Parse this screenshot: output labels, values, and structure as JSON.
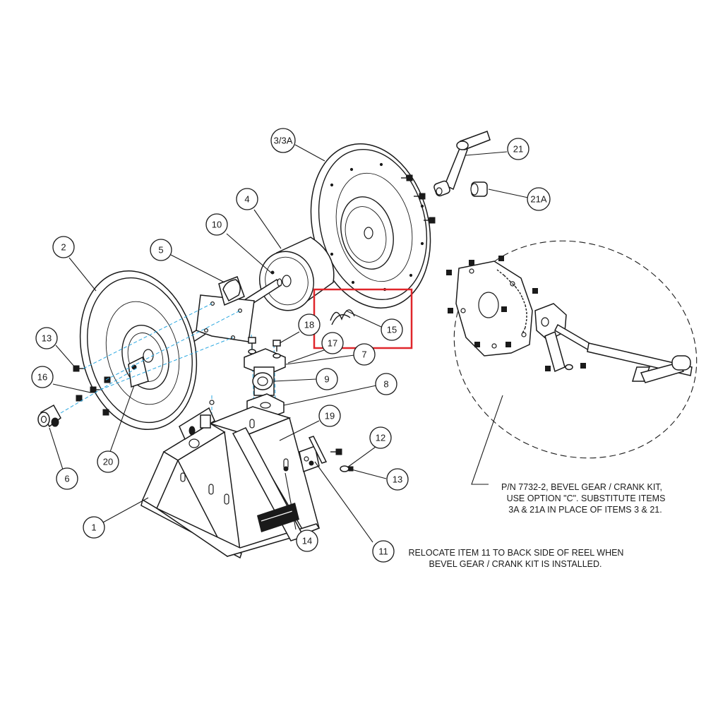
{
  "callouts": {
    "c1": "1",
    "c2": "2",
    "c3": "3/3A",
    "c4": "4",
    "c5": "5",
    "c6": "6",
    "c7": "7",
    "c8": "8",
    "c9": "9",
    "c10": "10",
    "c11": "11",
    "c12": "12",
    "c13a": "13",
    "c13b": "13",
    "c14": "14",
    "c15": "15",
    "c16": "16",
    "c17": "17",
    "c18": "18",
    "c19": "19",
    "c20": "20",
    "c21": "21",
    "c21a": "21A"
  },
  "notes": {
    "kit_line1": "P/N 7732-2, BEVEL GEAR / CRANK KIT,",
    "kit_line2": "USE OPTION \"C\".  SUBSTITUTE ITEMS",
    "kit_line3": "3A & 21A IN PLACE OF ITEMS 3 & 21.",
    "relocate_line1": "RELOCATE ITEM 11 TO BACK SIDE OF REEL WHEN",
    "relocate_line2": "BEVEL GEAR / CRANK KIT IS INSTALLED."
  },
  "colors": {
    "line": "#1a1a1a",
    "highlight": "#e0262b",
    "assembly_line": "#2aa7e0"
  }
}
